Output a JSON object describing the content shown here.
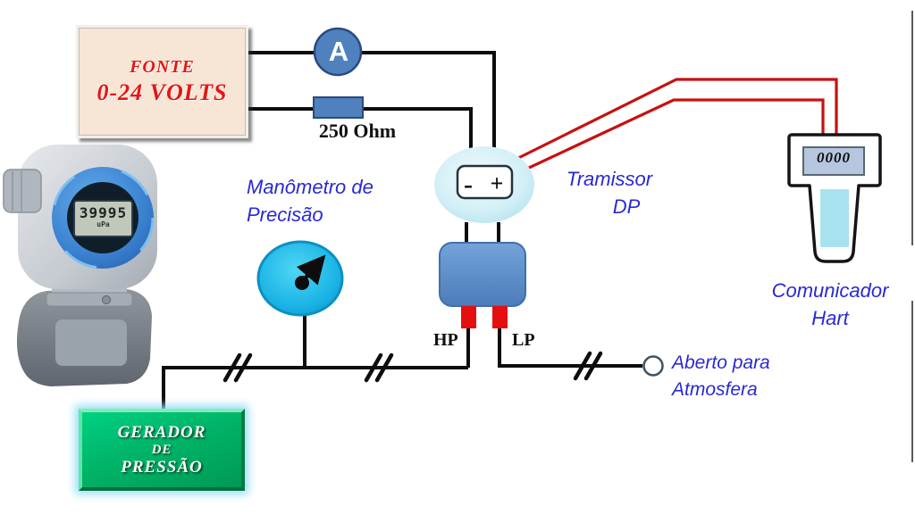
{
  "colors": {
    "label_blue": "#2929d4",
    "wire_black": "#0d0d0d",
    "wire_red": "#c81010",
    "component_blue": "#4e81be",
    "supply_red_text": "#e81414",
    "supply_bg": "#f7e6d6",
    "generator_green": "#00b468",
    "gauge_cyan": "#1fb8ea"
  },
  "power_supply": {
    "line1": "FONTE",
    "line2": "0-24 VOLTS"
  },
  "ammeter": {
    "label": "A"
  },
  "resistor": {
    "label": "250 Ohm"
  },
  "transmitter_photo": {
    "display_value": "39995",
    "display_unit": "uPa"
  },
  "manometer": {
    "label_line1": "Manômetro de",
    "label_line2": "Precisão"
  },
  "dp_transmitter": {
    "label_line1": "Tramissor",
    "label_line2": "DP",
    "terminal_minus": "-",
    "terminal_plus": "+",
    "port_high": "HP",
    "port_low": "LP"
  },
  "hart_communicator": {
    "display": "0000",
    "label_line1": "Comunicador",
    "label_line2": "Hart"
  },
  "pressure_generator": {
    "line1": "GERADOR",
    "line2": "DE",
    "line3": "PRESSÃO"
  },
  "atmosphere_vent": {
    "label_line1": "Aberto para",
    "label_line2": "Atmosfera"
  }
}
